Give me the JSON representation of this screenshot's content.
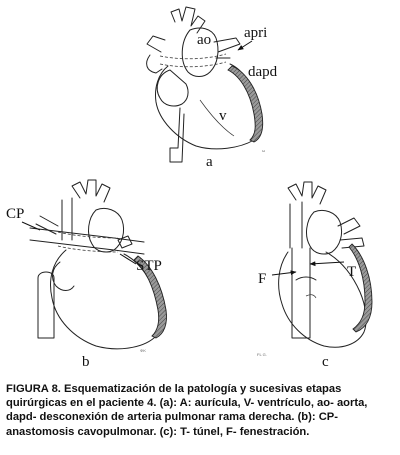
{
  "panels": [
    {
      "id": "a",
      "panel_label": "a",
      "labels": {
        "ao": "ao",
        "apri": "apri",
        "dapd": "dapd",
        "v": "v"
      },
      "signature": "ω"
    },
    {
      "id": "b",
      "panel_label": "b",
      "labels": {
        "cp": "CP",
        "stp": "STP"
      },
      "signature": "ΦΚ"
    },
    {
      "id": "c",
      "panel_label": "c",
      "labels": {
        "f": "F",
        "t": "T"
      },
      "signature": "FL G."
    }
  ],
  "caption": "FIGURA 8. Esquematización de la patología y sucesivas etapas quirúrgicas en el paciente 4. (a): A: aurícula, V- ventrículo, ao- aorta, dapd- desconexión de arteria pulmonar rama derecha. (b): CP- anastomosis cavopulmonar. (c): T- túnel, F- fenestración."
}
